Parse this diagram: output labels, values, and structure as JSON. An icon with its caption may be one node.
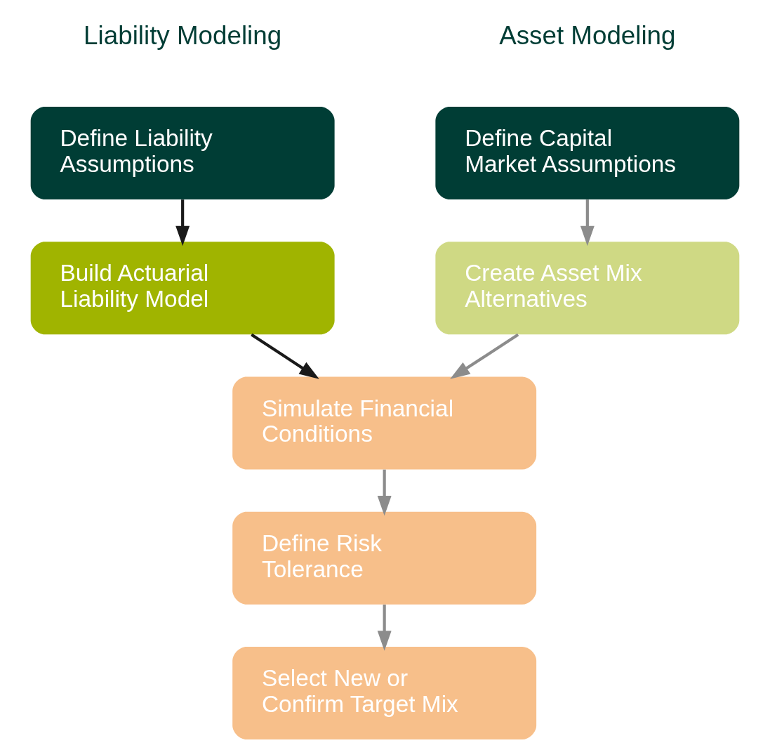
{
  "diagram": {
    "nodes": [
      {
        "text": [
          "Define Capital Market Assumptions"
        ]
      },
      {
        "text": [
          "Create Asset Mix Alternatives"
        ]
      },
      {
        "text": [
          "Define Liability Assumptions"
        ]
      },
      {
        "text": [
          "Build Actuarial Liability Model"
        ]
      },
      {
        "text": [
          "Simulate Financial Conditions"
        ]
      },
      {
        "text": [
          "Define Risk Tolerance"
        ]
      },
      {
        "text": [
          "Select New or Confirm Target Mix"
        ]
      }
    ],
    "edges": [
      {
        "from": 0,
        "to": 1,
        "arrow": "to"
      },
      {
        "from": 2,
        "to": 3,
        "arrow": "to",
        "color": "#1a1a1a"
      },
      {
        "from": 1,
        "to": 4,
        "arrow": "to"
      },
      {
        "from": 3,
        "to": 4,
        "arrow": "to",
        "color": "#1a1a1a"
      },
      {
        "from": 4,
        "to": 5,
        "arrow": "to"
      },
      {
        "from": 5,
        "to": 6,
        "arrow": "to"
      }
    ],
    "labels": [
      "Asset Modeling",
      "Liability Modeling"
    ]
  }
}
